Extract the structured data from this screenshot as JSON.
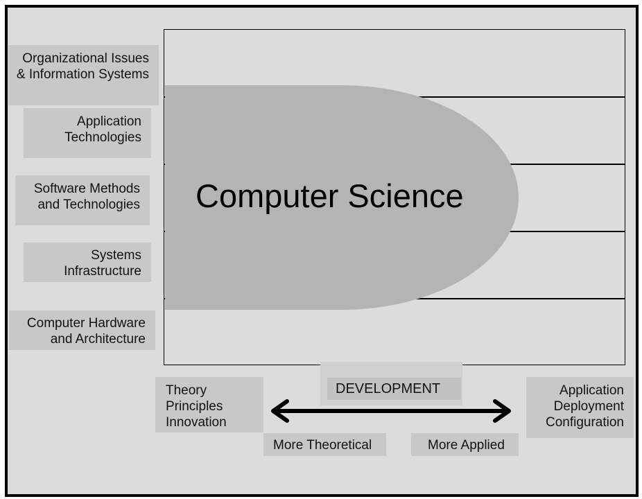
{
  "diagram": {
    "central_label": "Computer Science",
    "left_labels": [
      {
        "line1": "Organizational Issues",
        "line2": "& Information Systems"
      },
      {
        "line1": "Application",
        "line2": "Technologies"
      },
      {
        "line1": "Software Methods",
        "line2": "and Technologies"
      },
      {
        "line1": "Systems",
        "line2": "Infrastructure"
      },
      {
        "line1": "Computer Hardware",
        "line2": "and Architecture"
      }
    ],
    "bottom": {
      "development": "DEVELOPMENT",
      "theory": {
        "line1": "Theory",
        "line2": "Principles",
        "line3": "Innovation"
      },
      "application": {
        "line1": "Application",
        "line2": "Deployment",
        "line3": "Configuration"
      },
      "more_theoretical": "More Theoretical",
      "more_applied": "More Applied"
    }
  },
  "colors": {
    "background": "#dcdcdc",
    "label_box": "#c8c8c8",
    "blob": "#b3b5b4",
    "border": "#000000"
  }
}
